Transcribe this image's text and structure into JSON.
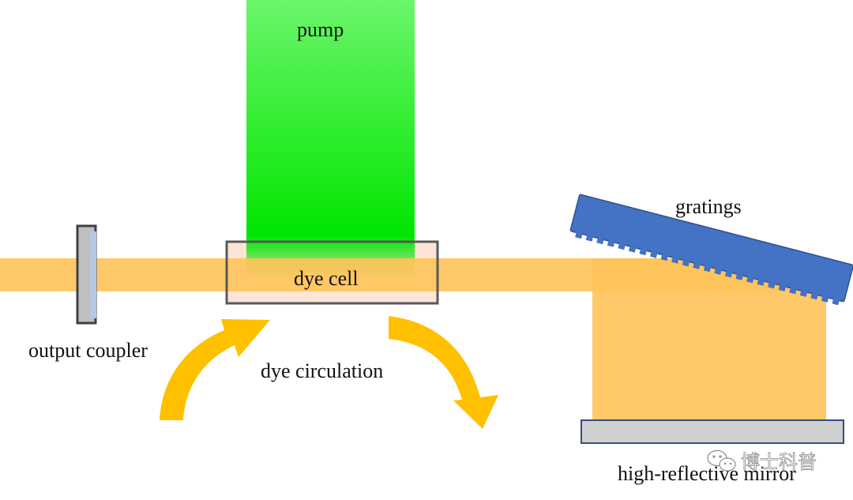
{
  "labels": {
    "pump": "pump",
    "dye_cell": "dye cell",
    "gratings": "gratings",
    "output_coupler": "output coupler",
    "dye_circulation": "dye circulation",
    "high_reflective_mirror": "high-reflective mirror"
  },
  "watermark": {
    "text": "博士科普",
    "icon": "wechat-icon"
  },
  "colors": {
    "laser_beam": "#FFC35A",
    "pump_top": "#6BF56B",
    "pump_bottom": "#00E600",
    "dye_cell_fill": "#FCE4D6",
    "dye_cell_border": "#595959",
    "grating": "#4472C4",
    "circulation_arrow": "#FFC000",
    "mirror_fill": "#D0D0D0",
    "mirror_border": "#2F4F7F",
    "output_coupler_fill": "#BFBFBF",
    "output_coupler_coating": "#B4C7E7"
  }
}
